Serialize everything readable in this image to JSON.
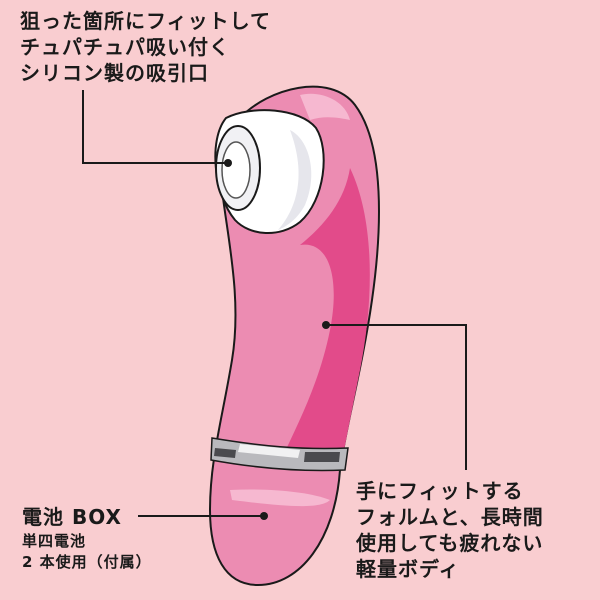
{
  "callouts": {
    "suction": {
      "lines": [
        "狙った箇所にフィットして",
        "チュパチュパ吸い付く",
        "シリコン製の吸引口"
      ]
    },
    "battery": {
      "title": "電池 BOX",
      "lines": [
        "単四電池",
        "2 本使用（付属）"
      ]
    },
    "form": {
      "lines": [
        "手にフィットする",
        "フォルムと、長時間",
        "使用しても疲れない",
        "軽量ボディ"
      ]
    }
  },
  "colors": {
    "background": "#f9cdd0",
    "body_pink": "#ec8cb2",
    "body_shadow": "#e24b8a",
    "cap_white": "#ffffff",
    "band_silver": "#9a9a9a",
    "outline": "#1a1a1a"
  }
}
